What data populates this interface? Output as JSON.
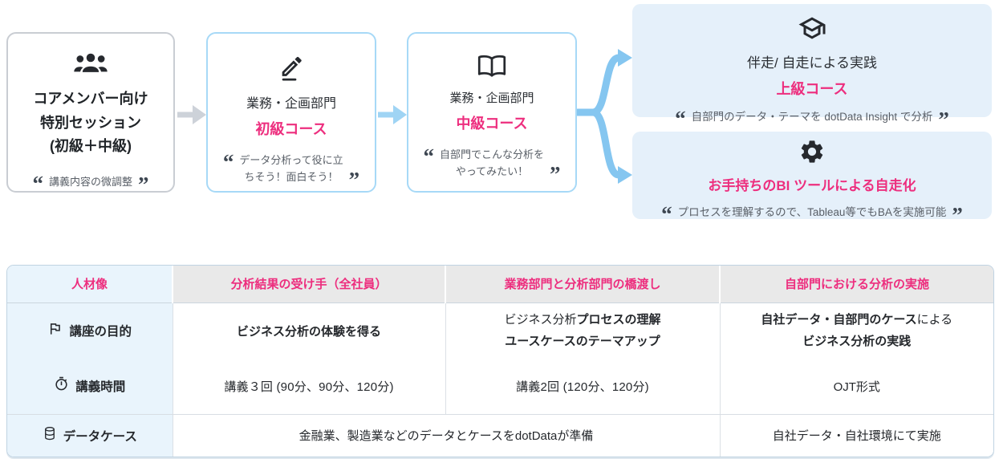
{
  "colors": {
    "accent_pink": "#ED2E7E",
    "panel_blue_fill": "#E5F0FA",
    "panel_blue_border": "#A7D9F7",
    "panel_gray_border": "#C9CDD3",
    "arrow_gray": "#CDD2D9",
    "arrow_blue": "#9FD4F4",
    "fork_blue": "#85C6F0",
    "table_header_bg": "#E9E9E9",
    "table_label_col_bg": "#E9F4FC"
  },
  "ui": {
    "quote_open": "“",
    "quote_close": "”"
  },
  "flow": {
    "box_core": {
      "icon": "people-group-icon",
      "title_lines": [
        "コアメンバー向け",
        "特別セッション",
        "(初級＋中級)"
      ],
      "quote_lines": [
        "講義内容の微調整"
      ]
    },
    "box_beginner": {
      "icon": "pencil-icon",
      "dept": "業務・企画部門",
      "course": "初級コース",
      "quote_lines": [
        "データ分析って役に立",
        "ちそう！面白そう！"
      ]
    },
    "box_intermediate": {
      "icon": "open-book-icon",
      "dept": "業務・企画部門",
      "course": "中級コース",
      "quote_lines": [
        "自部門でこんな分析を",
        "やってみたい！"
      ]
    },
    "box_advanced": {
      "icon": "graduation-cap-icon",
      "dept": "伴走/ 自走による実践",
      "course": "上級コース",
      "quote_lines": [
        "自部門のデータ・テーマを dotData Insight で分析"
      ]
    },
    "box_bitool": {
      "icon": "gear-icon",
      "course": "お手持ちのBI ツールによる自走化",
      "quote_lines": [
        "プロセスを理解するので、Tableau等でもBAを実施可能"
      ]
    }
  },
  "table": {
    "headers": [
      "人材像",
      "分析結果の受け手（全社員）",
      "業務部門と分析部門の橋渡し",
      "自部門における分析の実施"
    ],
    "purpose_row": {
      "icon": "flag-icon",
      "label": "講座の目的",
      "receiver_goal": "ビジネス分析の体験を得る",
      "bridge_goal_l1_regular": "ビジネス分析",
      "bridge_goal_l1_bold": "プロセスの理解",
      "bridge_goal_l2_bold": "ユースケースのテーマアップ",
      "self_goal_l1_bold": "自社データ・自部門のケース",
      "self_goal_l1_regular": "による",
      "self_goal_l2_bold": "ビジネス分析の実践"
    },
    "time_row": {
      "icon": "timer-icon",
      "label": "講義時間",
      "receiver_time": "講義３回 (90分、90分、120分)",
      "bridge_time": "講義2回 (120分、120分)",
      "self_time": "OJT形式"
    },
    "datacase_row": {
      "icon": "database-icon",
      "label": "データケース",
      "provided": "金融業、製造業などのデータとケースをdotDataが準備",
      "self_env": "自社データ・自社環境にて実施"
    }
  }
}
